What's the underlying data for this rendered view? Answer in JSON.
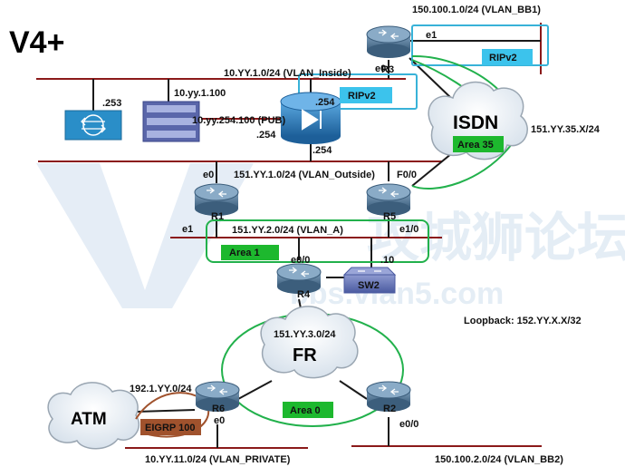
{
  "title": "V4+",
  "watermark": {
    "text": "攻城狮论坛",
    "url": "bbs.vlan5.com"
  },
  "routers": {
    "r1": "R1",
    "r2": "R2",
    "r3": "R3",
    "r4": "R4",
    "r5": "R5",
    "r6": "R6"
  },
  "switch_sw2": "SW2",
  "networks": {
    "vlan_bb1": "150.100.1.0/24 (VLAN_BB1)",
    "vlan_inside": "10.YY.1.0/24 (VLAN_Inside)",
    "vlan_outside": "151.YY.1.0/24 (VLAN_Outside)",
    "vlan_a": "151.YY.2.0/24 (VLAN_A)",
    "isdn_net": "151.YY.35.X/24",
    "fr_net": "151.YY.3.0/24",
    "atm_net": "192.1.YY.0/24",
    "vlan_private": "10.YY.11.0/24 (VLAN_PRIVATE)",
    "vlan_bb2": "150.100.2.0/24 (VLAN_BB2)",
    "loopback": "Loopback: 152.YY.X.X/32",
    "pub": "10.yy.254.100 (PUB)",
    "host_ip": "10.yy.1.100"
  },
  "labels": {
    "dot253": ".253",
    "dot254_a": ".254",
    "dot254_b": ".254",
    "dot254_c": ".254",
    "dot10": ".10",
    "r3_e1": "e1",
    "r3_e0": "e0",
    "r1_e0": "e0",
    "r1_e1": "e1",
    "r5_f00": "F0/0",
    "r5_e10": "e1/0",
    "r4_e00": "e0/0",
    "r6_e0": "e0",
    "r2_e00": "e0/0"
  },
  "clouds": {
    "isdn": "ISDN",
    "fr": "FR",
    "atm": "ATM"
  },
  "tags": {
    "ripv2_top": "RIPv2",
    "ripv2_mid": "RIPv2",
    "area35": "Area 35",
    "area1": "Area 1",
    "area0": "Area 0",
    "eigrp": "EIGRP 100"
  },
  "colors": {
    "red_line": "#8b1a1a",
    "link_dark": "#1a1a1a",
    "router_blue": "#4a6f8d",
    "switch_blue": "#5c6da6",
    "firewall_blue": "#2e7bb8",
    "cyan_box": "#38b2d8",
    "green_area": "#22b14c",
    "green_tag": "#1db82e",
    "cyan_tag": "#3cc3ec",
    "eigrp_tag": "#a0522d",
    "watermark": "#cfdfee"
  }
}
